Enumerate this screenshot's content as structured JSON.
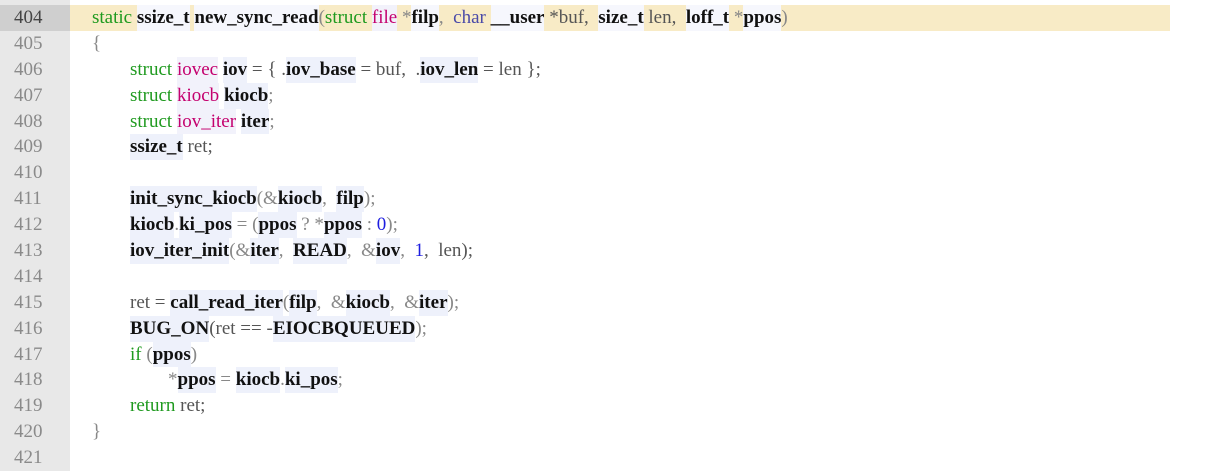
{
  "editor": {
    "current_line": "404",
    "lines": [
      {
        "n": "404",
        "t": [
          [
            "static ",
            "kw"
          ],
          [
            "ssize_t",
            "id"
          ],
          [
            " ",
            "pl"
          ],
          [
            "new_sync_read",
            "id"
          ],
          [
            "(",
            "p"
          ],
          [
            "struct ",
            "kw"
          ],
          [
            "file",
            "ty"
          ],
          [
            " *",
            "p"
          ],
          [
            "filp",
            "id"
          ],
          [
            ",  ",
            "p"
          ],
          [
            "char ",
            "ch"
          ],
          [
            "__user",
            "id"
          ],
          [
            " *buf,  ",
            "pl"
          ],
          [
            "size_t",
            "id"
          ],
          [
            " len,  ",
            "pl"
          ],
          [
            "loff_t",
            "id"
          ],
          [
            " *",
            "p"
          ],
          [
            "ppos",
            "id"
          ],
          [
            ")",
            "p"
          ]
        ]
      },
      {
        "n": "405",
        "t": [
          [
            "{",
            "p"
          ]
        ]
      },
      {
        "n": "406",
        "t": [
          [
            "        ",
            "pl"
          ],
          [
            "struct ",
            "kw"
          ],
          [
            "iovec",
            "ty"
          ],
          [
            " ",
            "pl"
          ],
          [
            "iov",
            "id"
          ],
          [
            " = { .",
            "pl"
          ],
          [
            "iov_base",
            "id"
          ],
          [
            " = buf,  .",
            "pl"
          ],
          [
            "iov_len",
            "id"
          ],
          [
            " = len };",
            "pl"
          ]
        ]
      },
      {
        "n": "407",
        "t": [
          [
            "        ",
            "pl"
          ],
          [
            "struct ",
            "kw"
          ],
          [
            "kiocb",
            "ty"
          ],
          [
            " ",
            "pl"
          ],
          [
            "kiocb",
            "id"
          ],
          [
            ";",
            "p"
          ]
        ]
      },
      {
        "n": "408",
        "t": [
          [
            "        ",
            "pl"
          ],
          [
            "struct ",
            "kw"
          ],
          [
            "iov_iter",
            "ty"
          ],
          [
            " ",
            "pl"
          ],
          [
            "iter",
            "id"
          ],
          [
            ";",
            "p"
          ]
        ]
      },
      {
        "n": "409",
        "t": [
          [
            "        ",
            "pl"
          ],
          [
            "ssize_t",
            "id"
          ],
          [
            " ret;",
            "pl"
          ]
        ]
      },
      {
        "n": "410",
        "t": []
      },
      {
        "n": "411",
        "t": [
          [
            "        ",
            "pl"
          ],
          [
            "init_sync_kiocb",
            "id"
          ],
          [
            "(&",
            "p"
          ],
          [
            "kiocb",
            "id"
          ],
          [
            ",  ",
            "p"
          ],
          [
            "filp",
            "id"
          ],
          [
            ");",
            "p"
          ]
        ]
      },
      {
        "n": "412",
        "t": [
          [
            "        ",
            "pl"
          ],
          [
            "kiocb",
            "id"
          ],
          [
            ".",
            "p"
          ],
          [
            "ki_pos",
            "id"
          ],
          [
            " = (",
            "p"
          ],
          [
            "ppos",
            "id"
          ],
          [
            " ? *",
            "p"
          ],
          [
            "ppos",
            "id"
          ],
          [
            " : ",
            "p"
          ],
          [
            "0",
            "num"
          ],
          [
            ");",
            "p"
          ]
        ]
      },
      {
        "n": "413",
        "t": [
          [
            "        ",
            "pl"
          ],
          [
            "iov_iter_init",
            "id"
          ],
          [
            "(&",
            "p"
          ],
          [
            "iter",
            "id"
          ],
          [
            ",  ",
            "p"
          ],
          [
            "READ",
            "id"
          ],
          [
            ",  &",
            "p"
          ],
          [
            "iov",
            "id"
          ],
          [
            ",  ",
            "p"
          ],
          [
            "1",
            "num"
          ],
          [
            ",  len);",
            "pl"
          ]
        ]
      },
      {
        "n": "414",
        "t": []
      },
      {
        "n": "415",
        "t": [
          [
            "        ",
            "pl"
          ],
          [
            "ret = ",
            "pl"
          ],
          [
            "call_read_iter",
            "id"
          ],
          [
            "(",
            "p"
          ],
          [
            "filp",
            "id"
          ],
          [
            ",  &",
            "p"
          ],
          [
            "kiocb",
            "id"
          ],
          [
            ",  &",
            "p"
          ],
          [
            "iter",
            "id"
          ],
          [
            ");",
            "p"
          ]
        ]
      },
      {
        "n": "416",
        "t": [
          [
            "        ",
            "pl"
          ],
          [
            "BUG_ON",
            "id"
          ],
          [
            "(ret == -",
            "pl"
          ],
          [
            "EIOCBQUEUED",
            "id"
          ],
          [
            ");",
            "p"
          ]
        ]
      },
      {
        "n": "417",
        "t": [
          [
            "        ",
            "pl"
          ],
          [
            "if ",
            "kw"
          ],
          [
            "(",
            "p"
          ],
          [
            "ppos",
            "id"
          ],
          [
            ")",
            "p"
          ]
        ]
      },
      {
        "n": "418",
        "t": [
          [
            "                *",
            "p"
          ],
          [
            "ppos",
            "id"
          ],
          [
            " = ",
            "p"
          ],
          [
            "kiocb",
            "id"
          ],
          [
            ".",
            "p"
          ],
          [
            "ki_pos",
            "id"
          ],
          [
            ";",
            "p"
          ]
        ]
      },
      {
        "n": "419",
        "t": [
          [
            "        ",
            "pl"
          ],
          [
            "return ",
            "kw"
          ],
          [
            "ret;",
            "pl"
          ]
        ]
      },
      {
        "n": "420",
        "t": [
          [
            "}",
            "p"
          ]
        ]
      },
      {
        "n": "421",
        "t": []
      }
    ]
  },
  "colors": {
    "keyword": "#1f9a1f",
    "type": "#c4006e",
    "char": "#4a4aa8",
    "number": "#1d1de0",
    "current_line_bg": "#f8ebc6",
    "gutter_bg": "#e8e8e8"
  }
}
